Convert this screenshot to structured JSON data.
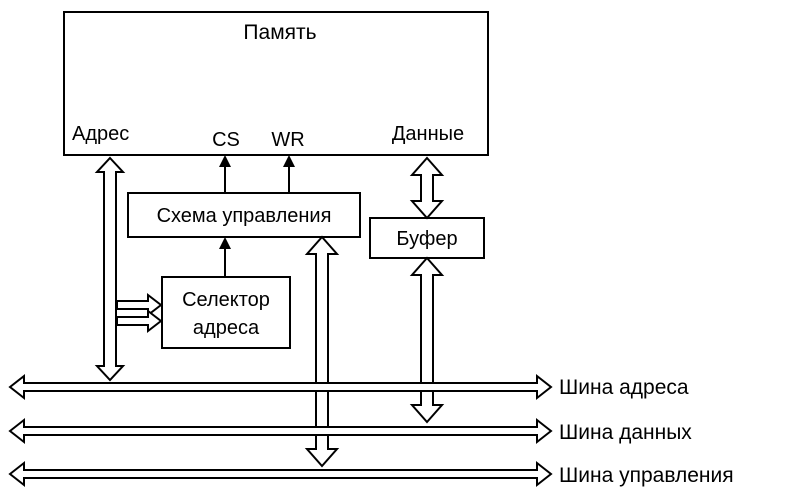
{
  "memory": {
    "title": "Память",
    "address_label": "Адрес",
    "cs_label": "CS",
    "wr_label": "WR",
    "data_label": "Данные"
  },
  "control_circuit": {
    "label": "Схема управления"
  },
  "buffer": {
    "label": "Буфер"
  },
  "address_selector": {
    "line1": "Селектор",
    "line2": "адреса"
  },
  "buses": [
    {
      "label": "Шина адреса"
    },
    {
      "label": "Шина данных"
    },
    {
      "label": "Шина управления"
    }
  ],
  "colors": {
    "stroke": "#000000",
    "background": "#ffffff"
  }
}
